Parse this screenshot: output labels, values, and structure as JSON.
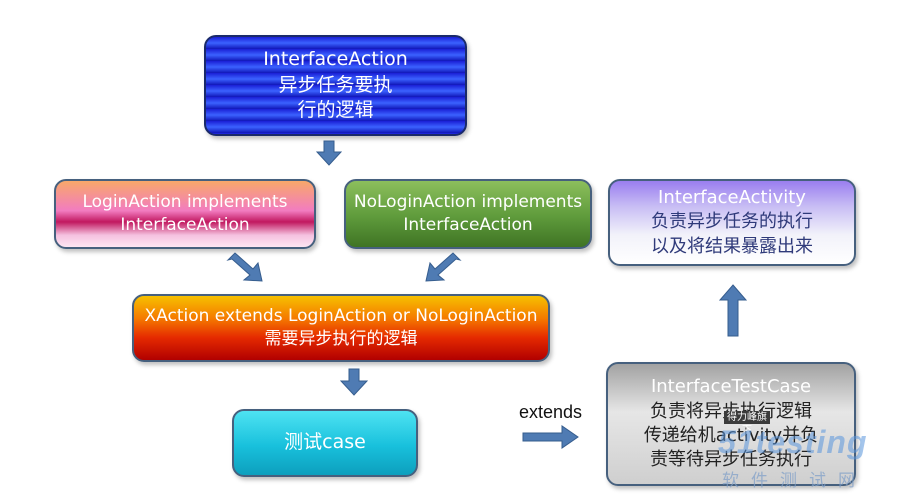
{
  "boxes": {
    "interface_action": {
      "line1": "InterfaceAction",
      "line2": "异步任务要执",
      "line3": "行的逻辑"
    },
    "login_action": {
      "line1": "LoginAction implements",
      "line2": "InterfaceAction"
    },
    "nologin_action": {
      "line1": "NoLoginAction implements",
      "line2": "InterfaceAction"
    },
    "xaction": {
      "line1": "XAction extends LoginAction or NoLoginAction",
      "line2": "需要异步执行的逻辑"
    },
    "test_case": {
      "line1": "测试case"
    },
    "interface_activity": {
      "line1": "InterfaceActivity",
      "line2": "负责异步任务的执行",
      "line3": "以及将结果暴露出来"
    },
    "interface_testcase": {
      "line1": "InterfaceTestCase",
      "line2": "负责将异步执行逻辑",
      "line3": "传递给机activity并负",
      "line4": "责等待异步任务执行"
    }
  },
  "edge_labels": {
    "extends": "extends"
  },
  "watermark": {
    "bar": "得力峰旗下",
    "logo": "51testing",
    "sub": "软件测试网"
  },
  "colors": {
    "arrow": "#4f7bb3",
    "arrow_stroke": "#365d8e"
  }
}
